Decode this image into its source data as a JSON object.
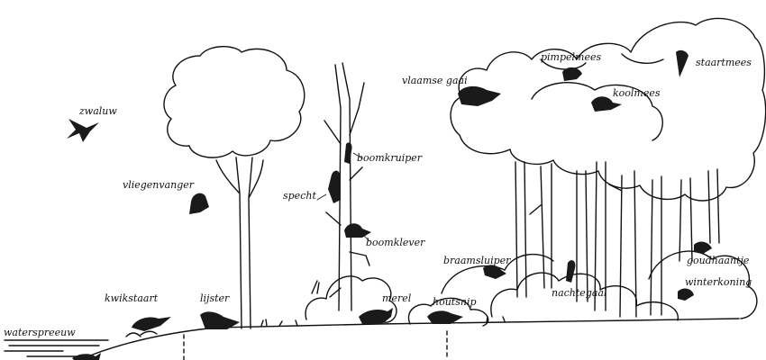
{
  "colors": {
    "ink": "#111111",
    "bird": "#1a1a1a",
    "paper": "#ffffff"
  },
  "labels": {
    "zwaluw": "zwaluw",
    "vliegenvanger": "vliegenvanger",
    "specht": "specht",
    "boomkruiper": "boomkruiper",
    "boomklever": "boomklever",
    "vlaamse_gaai": "vlaamse gaai",
    "pimpelmees": "pimpelmees",
    "koolmees": "koolmees",
    "staartmees": "staartmees",
    "braamsluiper": "braamsluiper",
    "nachtegaal": "nachtegaal",
    "goudhaantje": "goudhaantje",
    "winterkoning": "winterkoning",
    "kwikstaart": "kwikstaart",
    "lijster": "lijster",
    "merel": "merel",
    "houtsnip": "houtsnip",
    "waterspreeuw": "waterspreeuw"
  }
}
